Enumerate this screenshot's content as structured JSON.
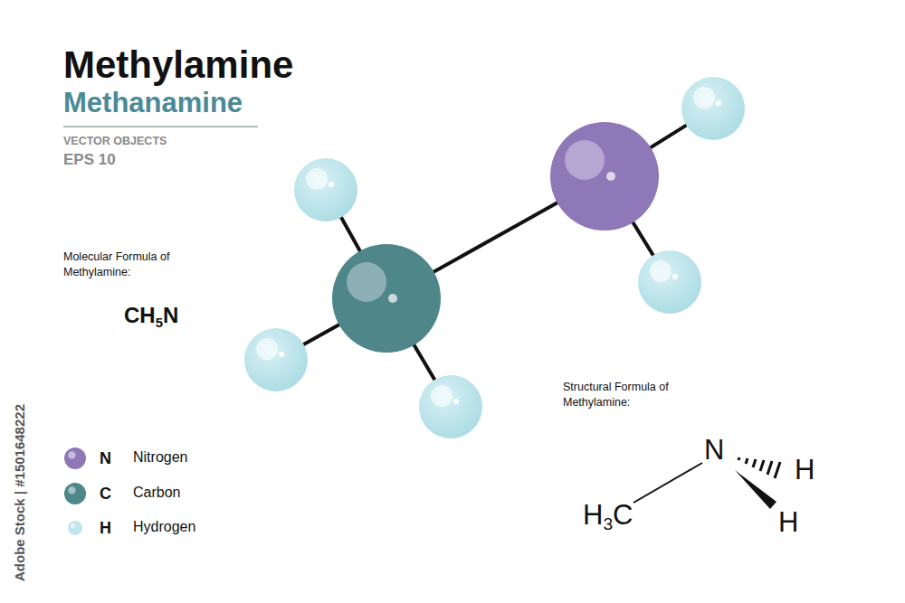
{
  "diagram": {
    "title": "Methylamine",
    "labels": [
      "Methanamine",
      "VECTOR OBJECTS",
      "EPS 10",
      "Molecular Formula of Methylamine:",
      "CH5N",
      "Structural Formula of Methylamine:",
      "N",
      "H",
      "H",
      "H3C",
      "N",
      "C",
      "H",
      "Adobe Stock | #1501648222"
    ],
    "legend": [
      {
        "text": "Nitrogen",
        "color": "#8e78b8"
      },
      {
        "text": "Carbon",
        "color": "#4f868a"
      },
      {
        "text": "Hydrogen",
        "color": "#bfe6ec"
      }
    ]
  }
}
